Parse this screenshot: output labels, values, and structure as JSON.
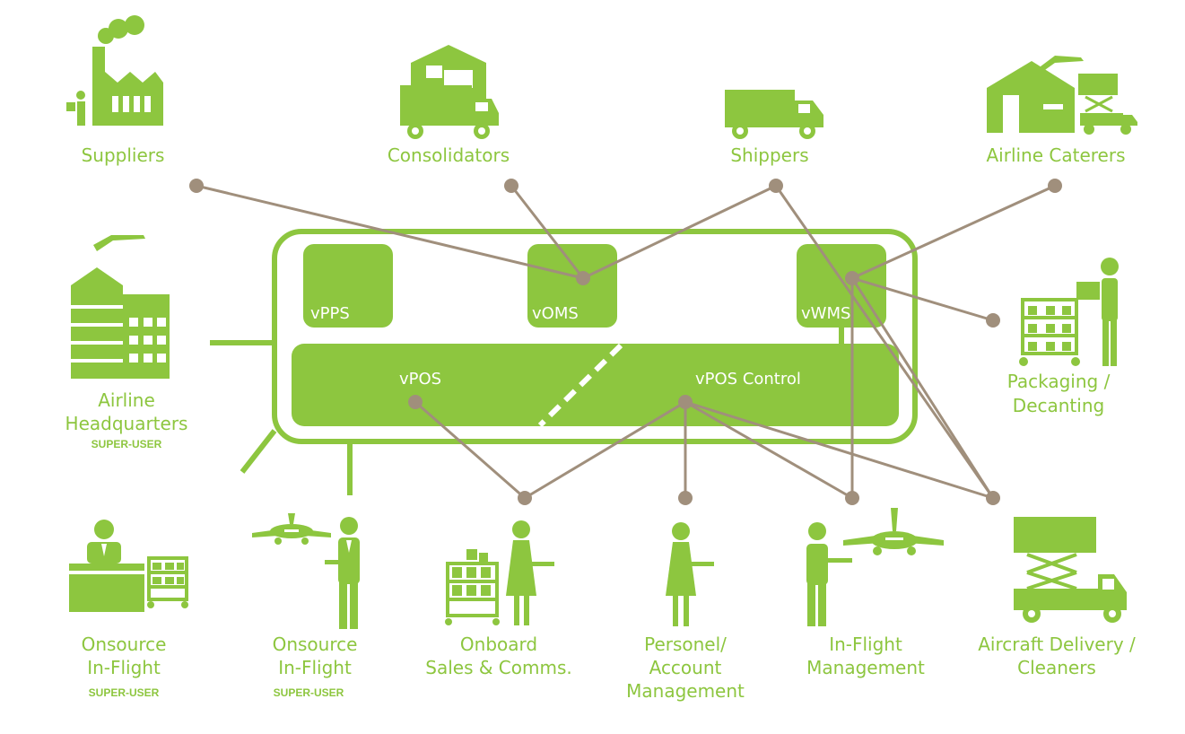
{
  "colors": {
    "green": "#8dc63f",
    "connector": "#a08f7c",
    "background": "#ffffff"
  },
  "core": {
    "modules": {
      "vpps": "vPPS",
      "voms": "vOMS",
      "vwms": "vWMS",
      "vpos": "vPOS",
      "vpos_control": "vPOS Control"
    }
  },
  "stakeholders": {
    "suppliers": {
      "icon": "factory-icon",
      "label": "Suppliers"
    },
    "consolidators": {
      "icon": "box-truck-icon",
      "label": "Consolidators"
    },
    "shippers": {
      "icon": "delivery-truck-icon",
      "label": "Shippers"
    },
    "airline_caterers": {
      "icon": "catering-warehouse-icon",
      "label": "Airline Caterers"
    },
    "airline_headquarters": {
      "icon": "headquarters-building-icon",
      "lines": [
        "Airline",
        "Headquarters"
      ],
      "badge": "SUPER-USER"
    },
    "packaging": {
      "icon": "warehouse-worker-icon",
      "lines": [
        "Packaging /",
        "Decanting"
      ]
    },
    "onsource_desk": {
      "icon": "desk-agent-icon",
      "lines": [
        "Onsource",
        "In-Flight"
      ],
      "badge": "SUPER-USER"
    },
    "onsource_pilot": {
      "icon": "pilot-airplane-icon",
      "lines": [
        "Onsource",
        "In-Flight"
      ],
      "badge": "SUPER-USER"
    },
    "onboard_sales": {
      "icon": "flight-attendant-cart-icon",
      "lines": [
        "Onboard",
        "Sales & Comms."
      ]
    },
    "personnel": {
      "icon": "flight-attendant-icon",
      "lines": [
        "Personel/",
        "Account",
        "Management"
      ]
    },
    "inflight_mgmt": {
      "icon": "crew-airplane-icon",
      "lines": [
        "In-Flight",
        "Management"
      ]
    },
    "aircraft_delivery": {
      "icon": "lift-truck-icon",
      "lines": [
        "Aircraft Delivery /",
        "Cleaners"
      ]
    }
  }
}
